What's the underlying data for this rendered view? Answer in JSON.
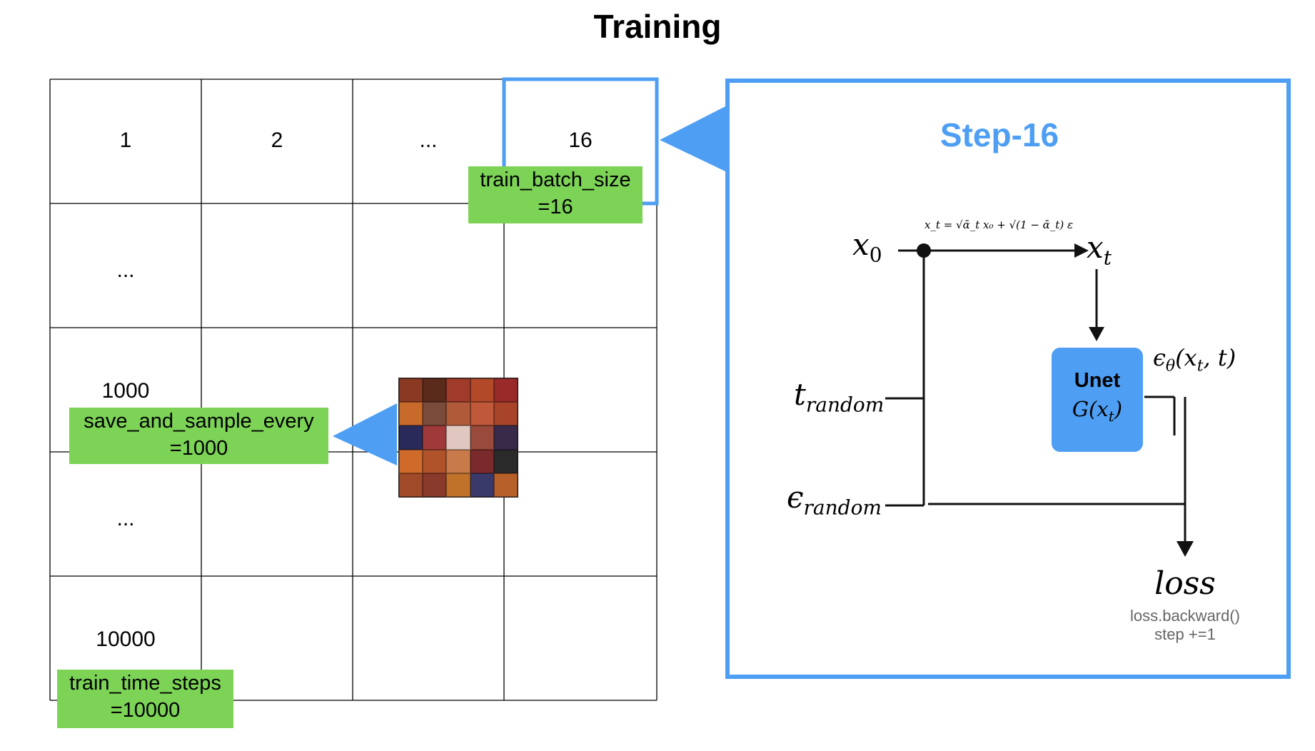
{
  "title": "Training",
  "grid": {
    "row1": [
      "1",
      "2",
      "...",
      "16"
    ],
    "row2_first": "...",
    "row3_first": "1000",
    "row4_first": "...",
    "row5_first": "10000"
  },
  "labels": {
    "batch_size_line1": "train_batch_size",
    "batch_size_line2": "=16",
    "sample_every_line1": "save_and_sample_every",
    "sample_every_line2": "=1000",
    "time_steps_line1": "train_time_steps",
    "time_steps_line2": "=10000"
  },
  "panel": {
    "title": "Step-16",
    "x0": "x",
    "x0_sub": "0",
    "xt": "x",
    "xt_sub": "t",
    "formula": "x_t = √ᾱ_t x₀ + √(1 − ᾱ_t) ε",
    "t_random": "t",
    "t_random_sub": "random",
    "eps_random": "ϵ",
    "eps_random_sub": "random",
    "unet_label": "Unet",
    "unet_func": "G(x",
    "unet_func_sub": "t",
    "unet_func_end": ")",
    "eps_theta": "ϵ",
    "eps_theta_sub": "θ",
    "eps_theta_args": "(x",
    "eps_theta_args_sub": "t",
    "eps_theta_args_end": ", t)",
    "loss": "loss",
    "caption_line1": "loss.backward()",
    "caption_line2": "step +=1"
  },
  "colors": {
    "accent_blue": "#4e9ff3",
    "label_green": "#7cd356"
  },
  "thumbnail_colors": [
    "#8a3a22",
    "#5a2a1a",
    "#a03a2a",
    "#b24a2a",
    "#9a2a2a",
    "#c86a2a",
    "#7a4a3a",
    "#b05a3a",
    "#c0583a",
    "#a8442a",
    "#2a2a5a",
    "#a03a3a",
    "#e0c8c0",
    "#9a4a3a",
    "#3a2a4a",
    "#d06a2a",
    "#b0522a",
    "#c87a4a",
    "#7a2a2a",
    "#2a2a2a",
    "#a04a2a",
    "#8a3a2a",
    "#c0722a",
    "#3a3a6a",
    "#b8602a"
  ]
}
